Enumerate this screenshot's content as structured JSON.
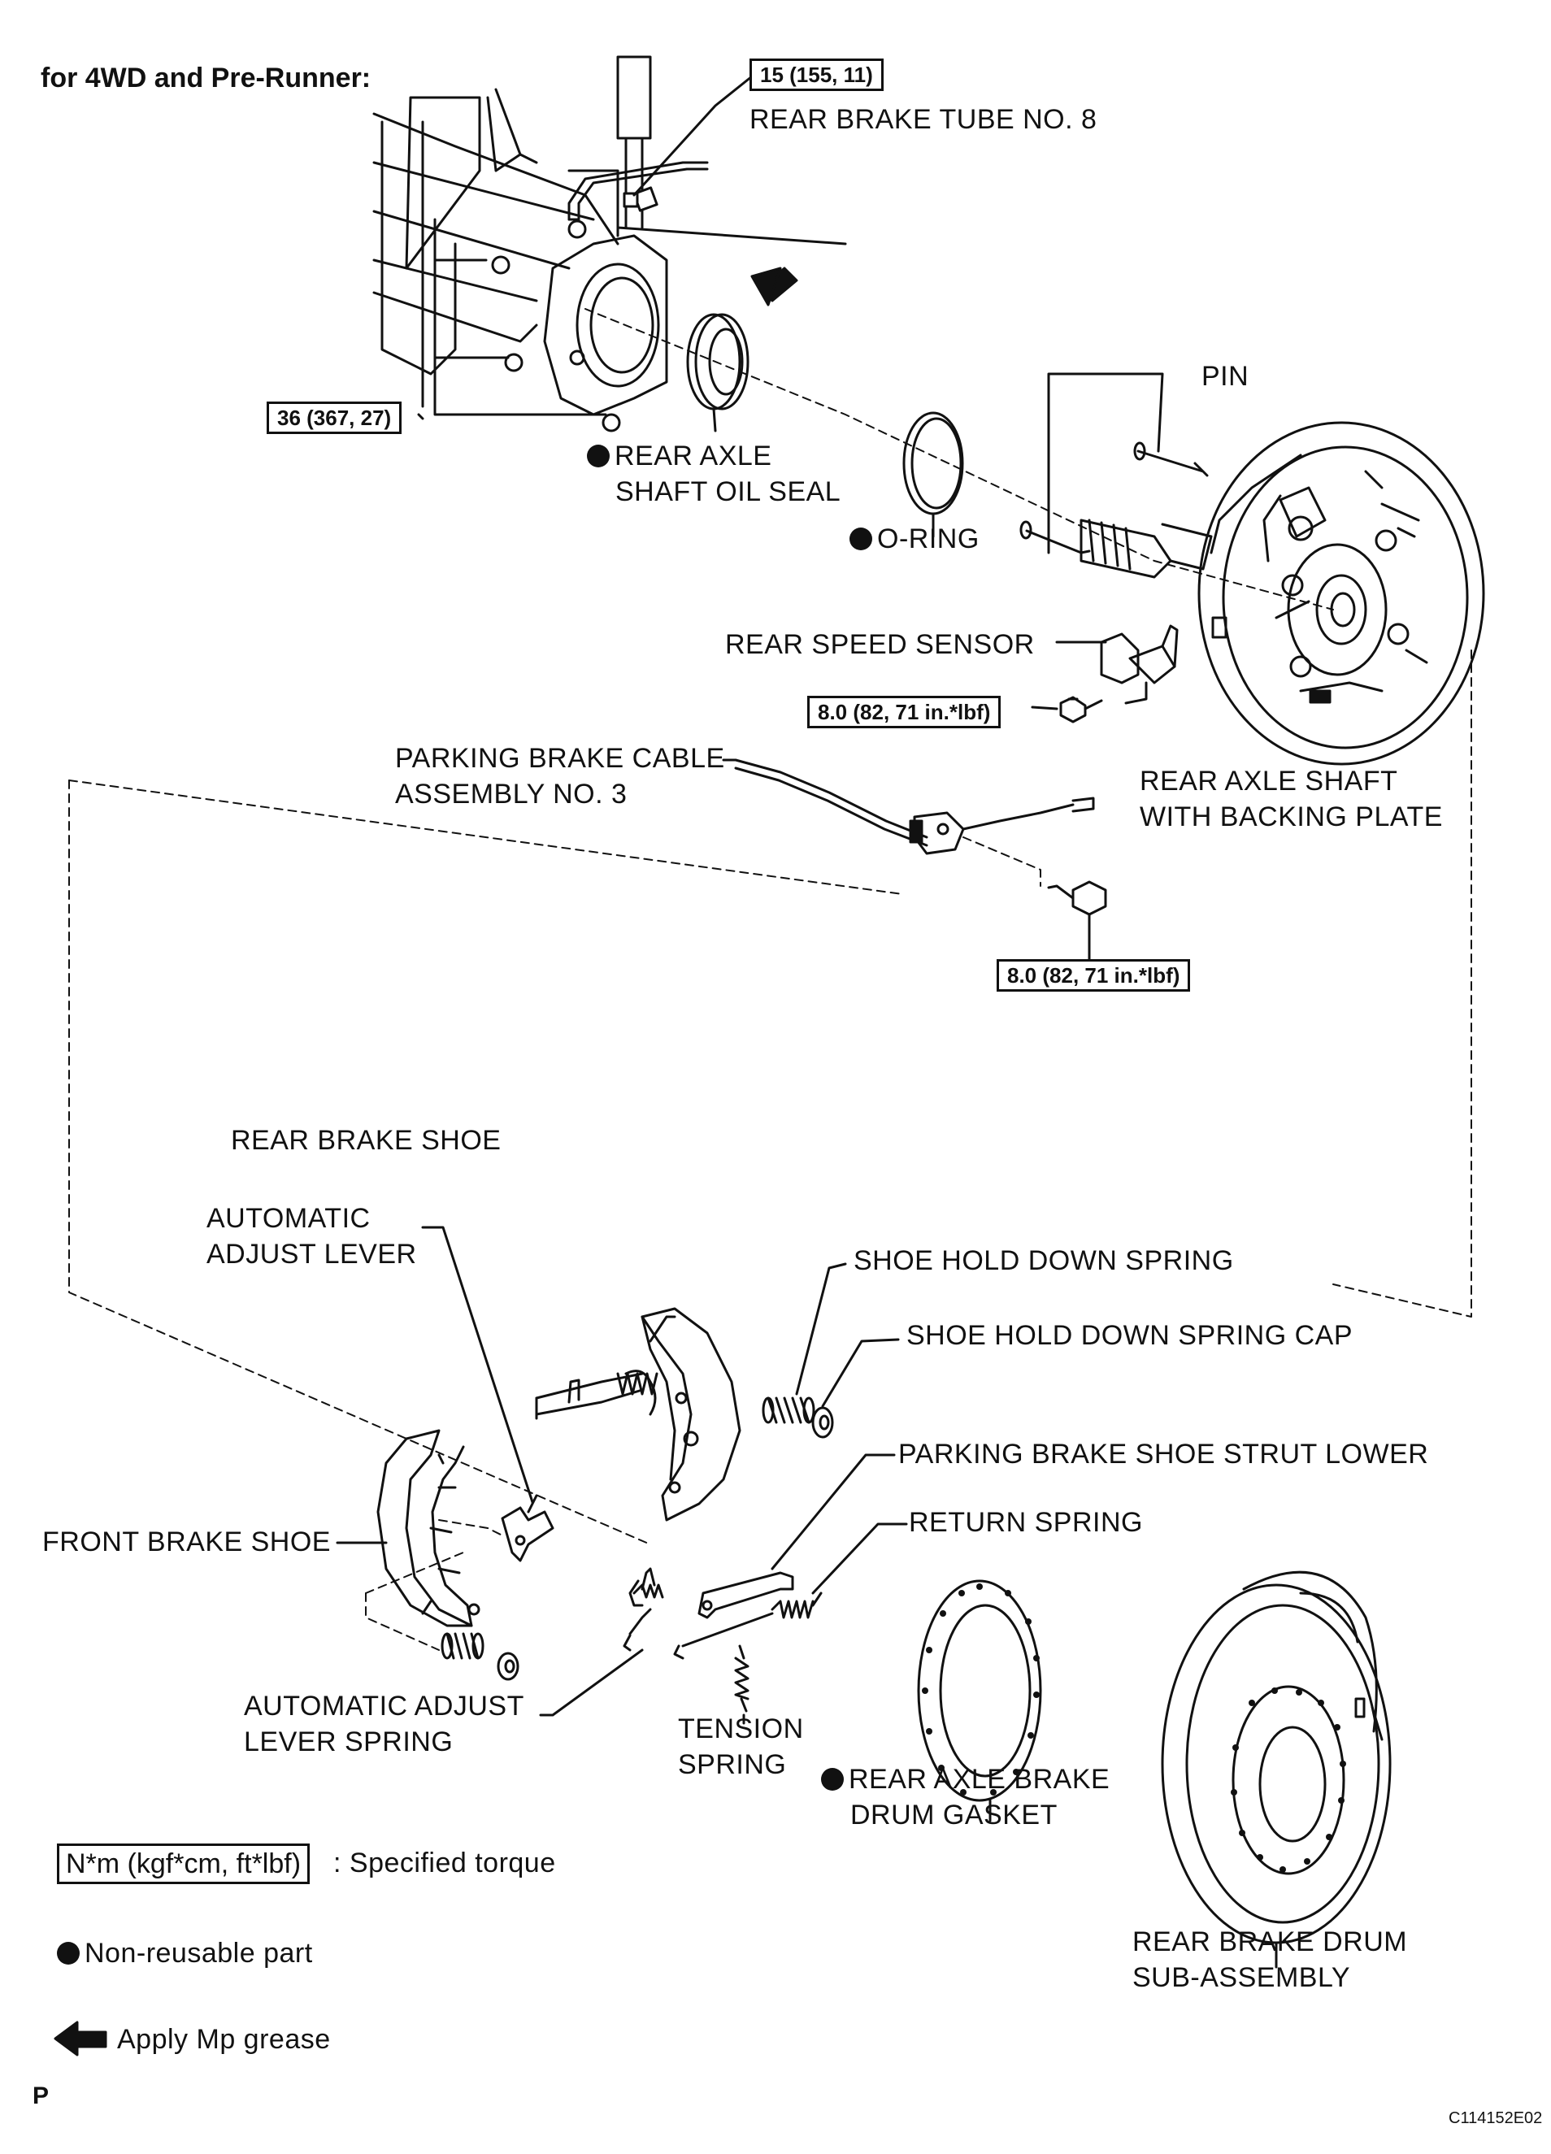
{
  "header": "for 4WD and Pre-Runner:",
  "torques": {
    "tube": "15 (155, 11)",
    "axle_nuts": "36 (367, 27)",
    "sensor": "8.0 (82, 71 in.*lbf)",
    "cable": "8.0 (82, 71 in.*lbf)"
  },
  "labels": {
    "rear_brake_tube": "REAR BRAKE TUBE NO. 8",
    "oil_seal_1": "REAR AXLE",
    "oil_seal_2": "SHAFT OIL SEAL",
    "o_ring": "O-RING",
    "pin": "PIN",
    "speed_sensor": "REAR SPEED SENSOR",
    "cable_1": "PARKING BRAKE CABLE",
    "cable_2": "ASSEMBLY NO. 3",
    "axle_shaft_1": "REAR AXLE SHAFT",
    "axle_shaft_2": "WITH BACKING PLATE",
    "rear_brake_shoe": "REAR BRAKE SHOE",
    "auto_lever_1": "AUTOMATIC",
    "auto_lever_2": "ADJUST LEVER",
    "hold_spring": "SHOE HOLD DOWN SPRING",
    "hold_cap": "SHOE HOLD DOWN SPRING CAP",
    "strut": "PARKING BRAKE SHOE STRUT LOWER",
    "return_spring": "RETURN SPRING",
    "front_brake_shoe": "FRONT BRAKE SHOE",
    "lever_spring_1": "AUTOMATIC ADJUST",
    "lever_spring_2": "LEVER SPRING",
    "tension_1": "TENSION",
    "tension_2": "SPRING",
    "gasket_1": "REAR AXLE BRAKE",
    "gasket_2": "DRUM GASKET",
    "drum_1": "REAR BRAKE DRUM",
    "drum_2": "SUB-ASSEMBLY"
  },
  "legend": {
    "torque_box": "N*m (kgf*cm, ft*lbf)",
    "torque_text": ": Specified torque",
    "nonreusable": "Non-reusable part",
    "grease": "Apply Mp grease"
  },
  "footer": {
    "left": "P",
    "code": "C114152E02"
  }
}
